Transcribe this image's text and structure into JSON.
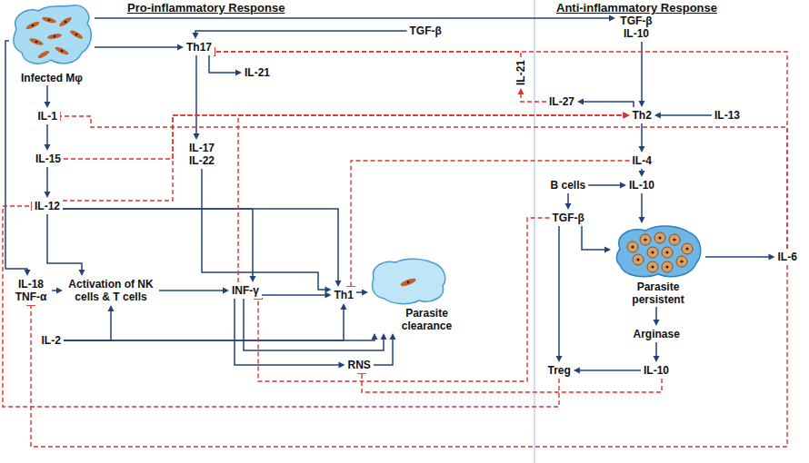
{
  "diagram": {
    "nodes": [
      {
        "text": [
          "Infected Mφ"
        ]
      },
      {
        "text": [
          "TGF-β"
        ]
      },
      {
        "text": [
          "Th17"
        ]
      },
      {
        "text": [
          "IL-21"
        ]
      },
      {
        "text": [
          "TGF-β IL-10"
        ]
      },
      {
        "text": [
          "IL-21"
        ]
      },
      {
        "text": [
          "IL-27"
        ]
      },
      {
        "text": [
          "Th2"
        ]
      },
      {
        "text": [
          "IL-13"
        ]
      },
      {
        "text": [
          "IL-1"
        ]
      },
      {
        "text": [
          "IL-15"
        ]
      },
      {
        "text": [
          "IL-17 IL-22"
        ]
      },
      {
        "text": [
          "IL-4"
        ]
      },
      {
        "text": [
          "B cells"
        ]
      },
      {
        "text": [
          "IL-10"
        ]
      },
      {
        "text": [
          "TGF-β"
        ]
      },
      {
        "text": [
          "IL-12"
        ]
      },
      {
        "text": [
          "IL-18 TNF-α"
        ]
      },
      {
        "text": [
          "Activation of NK cells & T cells"
        ]
      },
      {
        "text": [
          "INF-γ"
        ]
      },
      {
        "text": [
          "Th1"
        ]
      },
      {
        "text": [
          "Parasite clearance"
        ]
      },
      {
        "text": [
          "IL-6"
        ]
      },
      {
        "text": [
          "Parasite persistent"
        ]
      },
      {
        "text": [
          "Arginase"
        ]
      },
      {
        "text": [
          "IL-2"
        ]
      },
      {
        "text": [
          "RNS"
        ]
      },
      {
        "text": [
          "Treg"
        ]
      },
      {
        "text": [
          "IL-10"
        ]
      }
    ],
    "edges": [
      {
        "from": 0,
        "to": 2,
        "arrow": "to"
      },
      {
        "from": 0,
        "to": 4,
        "arrow": "to"
      },
      {
        "from": 0,
        "to": 9,
        "arrow": "to"
      },
      {
        "from": 0,
        "to": 17,
        "arrow": "to"
      },
      {
        "from": 1,
        "to": 2,
        "arrow": "to"
      },
      {
        "from": 2,
        "to": 3,
        "arrow": "to"
      },
      {
        "from": 2,
        "to": 11,
        "arrow": "to"
      },
      {
        "from": 11,
        "to": 20,
        "arrow": "to"
      },
      {
        "from": 9,
        "to": 10,
        "arrow": "to"
      },
      {
        "from": 10,
        "to": 16,
        "arrow": "to"
      },
      {
        "from": 16,
        "to": 18,
        "arrow": "to"
      },
      {
        "from": 16,
        "to": 19,
        "arrow": "to"
      },
      {
        "from": 16,
        "to": 20,
        "arrow": "to"
      },
      {
        "from": 17,
        "to": 18,
        "arrow": "to"
      },
      {
        "from": 25,
        "to": 18,
        "arrow": "to"
      },
      {
        "from": 25,
        "to": 20,
        "arrow": "to"
      },
      {
        "from": 25,
        "to": 21,
        "arrow": "to"
      },
      {
        "from": 18,
        "to": 19,
        "arrow": "to"
      },
      {
        "from": 19,
        "to": 20,
        "arrow": "to"
      },
      {
        "from": 19,
        "to": 26,
        "arrow": "to"
      },
      {
        "from": 19,
        "to": 21,
        "arrow": "to"
      },
      {
        "from": 20,
        "to": 21,
        "arrow": "to"
      },
      {
        "from": 26,
        "to": 21,
        "arrow": "to"
      },
      {
        "from": 4,
        "to": 7,
        "arrow": "to"
      },
      {
        "from": 8,
        "to": 7,
        "arrow": "to"
      },
      {
        "from": 7,
        "to": 6,
        "arrow": "to"
      },
      {
        "from": 7,
        "to": 12,
        "arrow": "to"
      },
      {
        "from": 12,
        "to": 14,
        "arrow": "to"
      },
      {
        "from": 13,
        "to": 14,
        "arrow": "to"
      },
      {
        "from": 14,
        "to": 23,
        "arrow": "to"
      },
      {
        "from": 13,
        "to": 15,
        "arrow": "to"
      },
      {
        "from": 15,
        "to": 23,
        "arrow": "to"
      },
      {
        "from": 15,
        "to": 27,
        "arrow": "to"
      },
      {
        "from": 23,
        "to": 22,
        "arrow": "to"
      },
      {
        "from": 23,
        "to": 24,
        "arrow": "to"
      },
      {
        "from": 24,
        "to": 28,
        "arrow": "to"
      },
      {
        "from": 28,
        "to": 27,
        "arrow": "to"
      },
      {
        "from": 6,
        "to": 5,
        "arrow": "to"
      },
      {
        "from": 5,
        "to": 2,
        "arrow": "to"
      },
      {
        "from": 22,
        "to": 2,
        "arrow": "to"
      },
      {
        "from": 22,
        "to": 9,
        "arrow": "to"
      },
      {
        "from": 22,
        "to": 17,
        "arrow": "to"
      },
      {
        "from": 10,
        "to": 7,
        "arrow": "to"
      },
      {
        "from": 16,
        "to": 7,
        "arrow": "to"
      },
      {
        "from": 19,
        "to": 7,
        "arrow": "to"
      },
      {
        "from": 12,
        "to": 20,
        "arrow": "to"
      },
      {
        "from": 15,
        "to": 19,
        "arrow": "to"
      },
      {
        "from": 28,
        "to": 26,
        "arrow": "to"
      },
      {
        "from": 27,
        "to": 16,
        "arrow": "to"
      }
    ],
    "labels": [
      "Pro-inflammatory Response",
      "Anti-inflammatory Response"
    ]
  }
}
